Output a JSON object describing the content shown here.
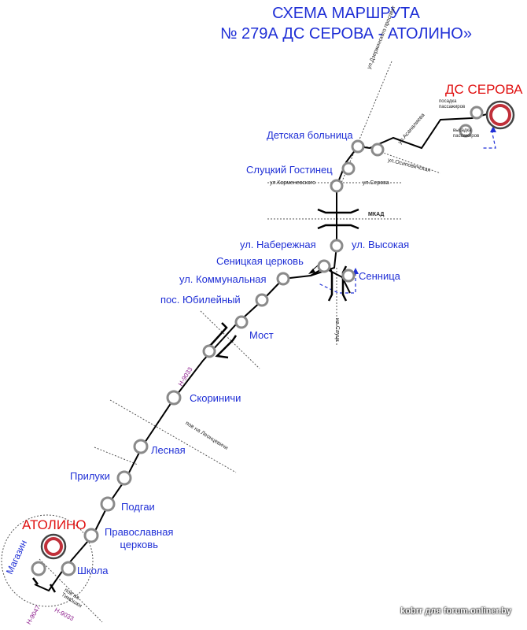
{
  "title": {
    "line1": "СХЕМА МАРШРУТА",
    "line2": "№ 279А ДС СЕРОВА - АТОЛИНО»"
  },
  "terminals": {
    "start": "ДС СЕРОВА",
    "end": "АТОЛИНО"
  },
  "stops": {
    "detskaya": "Детская больница",
    "slutsky": "Слуцкий Гостинец",
    "naberezhnaya": "ул. Набережная",
    "vysokaya": "ул. Высокая",
    "senitskaya": "Сеницкая церковь",
    "senitsa": "Сенница",
    "kommunalnaya": "ул. Коммунальная",
    "yubileyny": "пос. Юбилейный",
    "most": "Мост",
    "skorinichi": "Скориничи",
    "lesnaya": "Лесная",
    "priluki": "Прилуки",
    "podgai": "Подгаи",
    "pravoslavnaya": "Православная\nцерковь",
    "shkola": "Школа",
    "magazin": "Магазин"
  },
  "notes": {
    "posadka": "посадка\nпассажиров",
    "vysadka": "высадка\nпассажиров"
  },
  "roads": {
    "mkad": "МКАД",
    "dzerzhinskogo": "ул.Дзержинского проспект",
    "asanalieva": "ул.Асаналиева",
    "oyskovskaya": "ул.Осиповичская",
    "kormenevskogo": "ул.Корменевского",
    "serova": "ул.Серова",
    "na_slutsk": "на Слуцк",
    "na_leontsevichi": "пов на Леонцевичи",
    "na_timoshki": "пов на\nТимошки"
  },
  "highways": {
    "h9033_mid": "Н-9033",
    "h9033_bottom": "Н-9033",
    "h9047": "Н-9047"
  },
  "footer": "kobrr для forum.onliner.by",
  "colors": {
    "route": "#000000",
    "stop_text": "#1f2fd6",
    "terminal_text": "#e01010",
    "stop_ring": "#8a8a8a",
    "terminal_ring": "#c0303a",
    "return_path": "#1f2fd6",
    "highway_text": "#8b1a8b"
  }
}
